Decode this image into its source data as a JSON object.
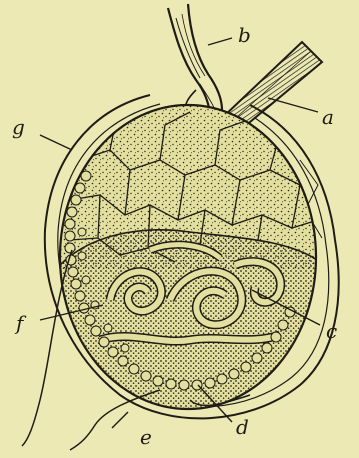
{
  "figure": {
    "background_color": "#ece9b5",
    "ink_color": "#1e1c14",
    "labels": {
      "a": "a",
      "b": "b",
      "c": "c",
      "d": "d",
      "e": "e",
      "f": "f",
      "g": "g"
    }
  }
}
